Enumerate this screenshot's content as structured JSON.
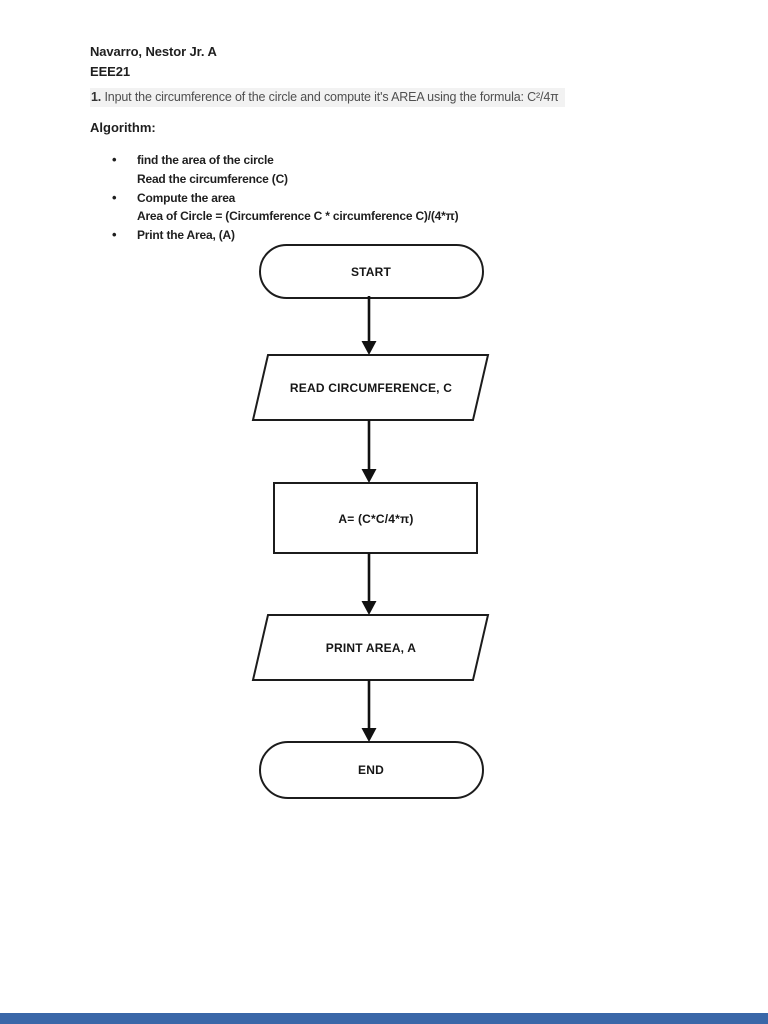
{
  "header": {
    "author": "Navarro, Nestor Jr. A",
    "course": "EEE21"
  },
  "problem": {
    "number": "1.",
    "text": " Input the circumference of the circle and compute it's AREA using the formula: C²/4π"
  },
  "algorithm": {
    "heading": "Algorithm:",
    "items": [
      {
        "bullet": true,
        "text": "find the area of the circle"
      },
      {
        "bullet": false,
        "text": "Read the circumference (C)"
      },
      {
        "bullet": true,
        "text": "Compute the area"
      },
      {
        "bullet": false,
        "text": "Area of Circle = (Circumference C * circumference C)/(4*π)"
      },
      {
        "bullet": true,
        "text": "Print the Area, (A)"
      }
    ]
  },
  "flowchart": {
    "nodes": [
      {
        "type": "terminator",
        "label": "START"
      },
      {
        "type": "io",
        "label": "READ CIRCUMFERENCE, C"
      },
      {
        "type": "process",
        "label": "A= (C*C/4*π)"
      },
      {
        "type": "io",
        "label": "PRINT AREA, A"
      },
      {
        "type": "terminator",
        "label": "END"
      }
    ]
  },
  "colors": {
    "footer_bar": "#3a67a8",
    "highlight": "#f2f2f2",
    "ink": "#1c1c1c"
  }
}
